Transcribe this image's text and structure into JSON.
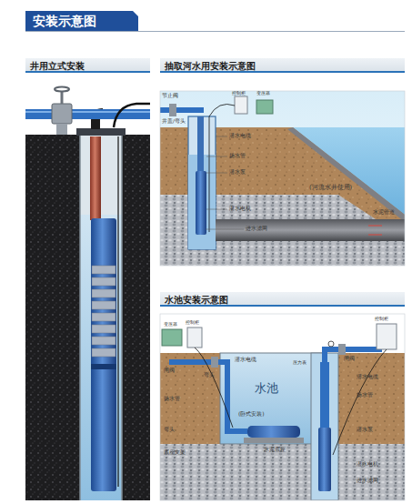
{
  "diagram": {
    "title": "安装示意图",
    "nodes": [
      {
        "text": [
          "井用立式安装"
        ]
      },
      {
        "text": [
          "抽取河水用安装示意图"
        ]
      },
      {
        "text": [
          "水池安装示意图"
        ]
      }
    ],
    "labels": [
      "节止阀",
      "井盖/弯头",
      "控制柜",
      "变压器",
      "潜水电缆",
      "扬水管",
      "潜水泵",
      "潜水电机",
      "进水滤网",
      "(河流水井使用)",
      "水泥管道",
      "变压器",
      "控制柜",
      "闸阀",
      "潜水电缆",
      "弯头",
      "扬水管",
      "弯头",
      "底座支架",
      "水池",
      "(卧式安装)",
      "水泥底座",
      "压力表",
      "闸阀",
      "控制柜",
      "潜水电缆",
      "扬水管",
      "潜水泵",
      "潜水电机",
      "进水滤网"
    ]
  }
}
